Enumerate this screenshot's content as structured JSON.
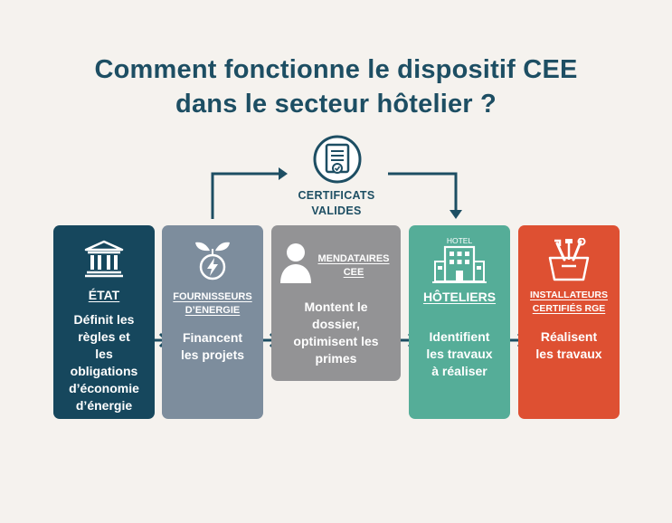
{
  "title": {
    "line1": "Comment fonctionne le dispositif CEE",
    "line2": "dans le secteur hôtelier ?"
  },
  "certificates": {
    "line1": "CERTIFICATS",
    "line2": "VALIDES",
    "icon": "certificate-document-icon"
  },
  "actors": [
    {
      "label": "ÉTAT",
      "desc": [
        "Définit les",
        "règles et",
        "les",
        "obligations",
        "d’économie",
        "d’énergie"
      ],
      "color": "#16475d",
      "icon": "government-building-icon"
    },
    {
      "label": [
        "FOURNISSEURS",
        "D’ENERGIE"
      ],
      "desc": [
        "Financent",
        "les projets"
      ],
      "color": "#7d8d9d",
      "icon": "energy-leaf-icon"
    },
    {
      "label": [
        "MENDATAIRES",
        "CEE"
      ],
      "desc": [
        "Montent le",
        "dossier,",
        "optimisent les",
        "primes"
      ],
      "color": "#939395",
      "icon": "person-icon"
    },
    {
      "label": "HÔTELIERS",
      "desc": [
        "Identifient",
        "les travaux",
        "à réaliser"
      ],
      "color": "#55ad98",
      "icon": "hotel-building-icon",
      "icon_text": "HOTEL"
    },
    {
      "label": [
        "INSTALLATEURS",
        "CERTIFIÉS RGE"
      ],
      "desc": [
        "Réalisent",
        "les travaux"
      ],
      "color": "#de5032",
      "icon": "toolbox-icon"
    }
  ],
  "colors": {
    "background": "#f5f2ee",
    "title": "#1d4e63",
    "arrow": "#1d4e63"
  }
}
